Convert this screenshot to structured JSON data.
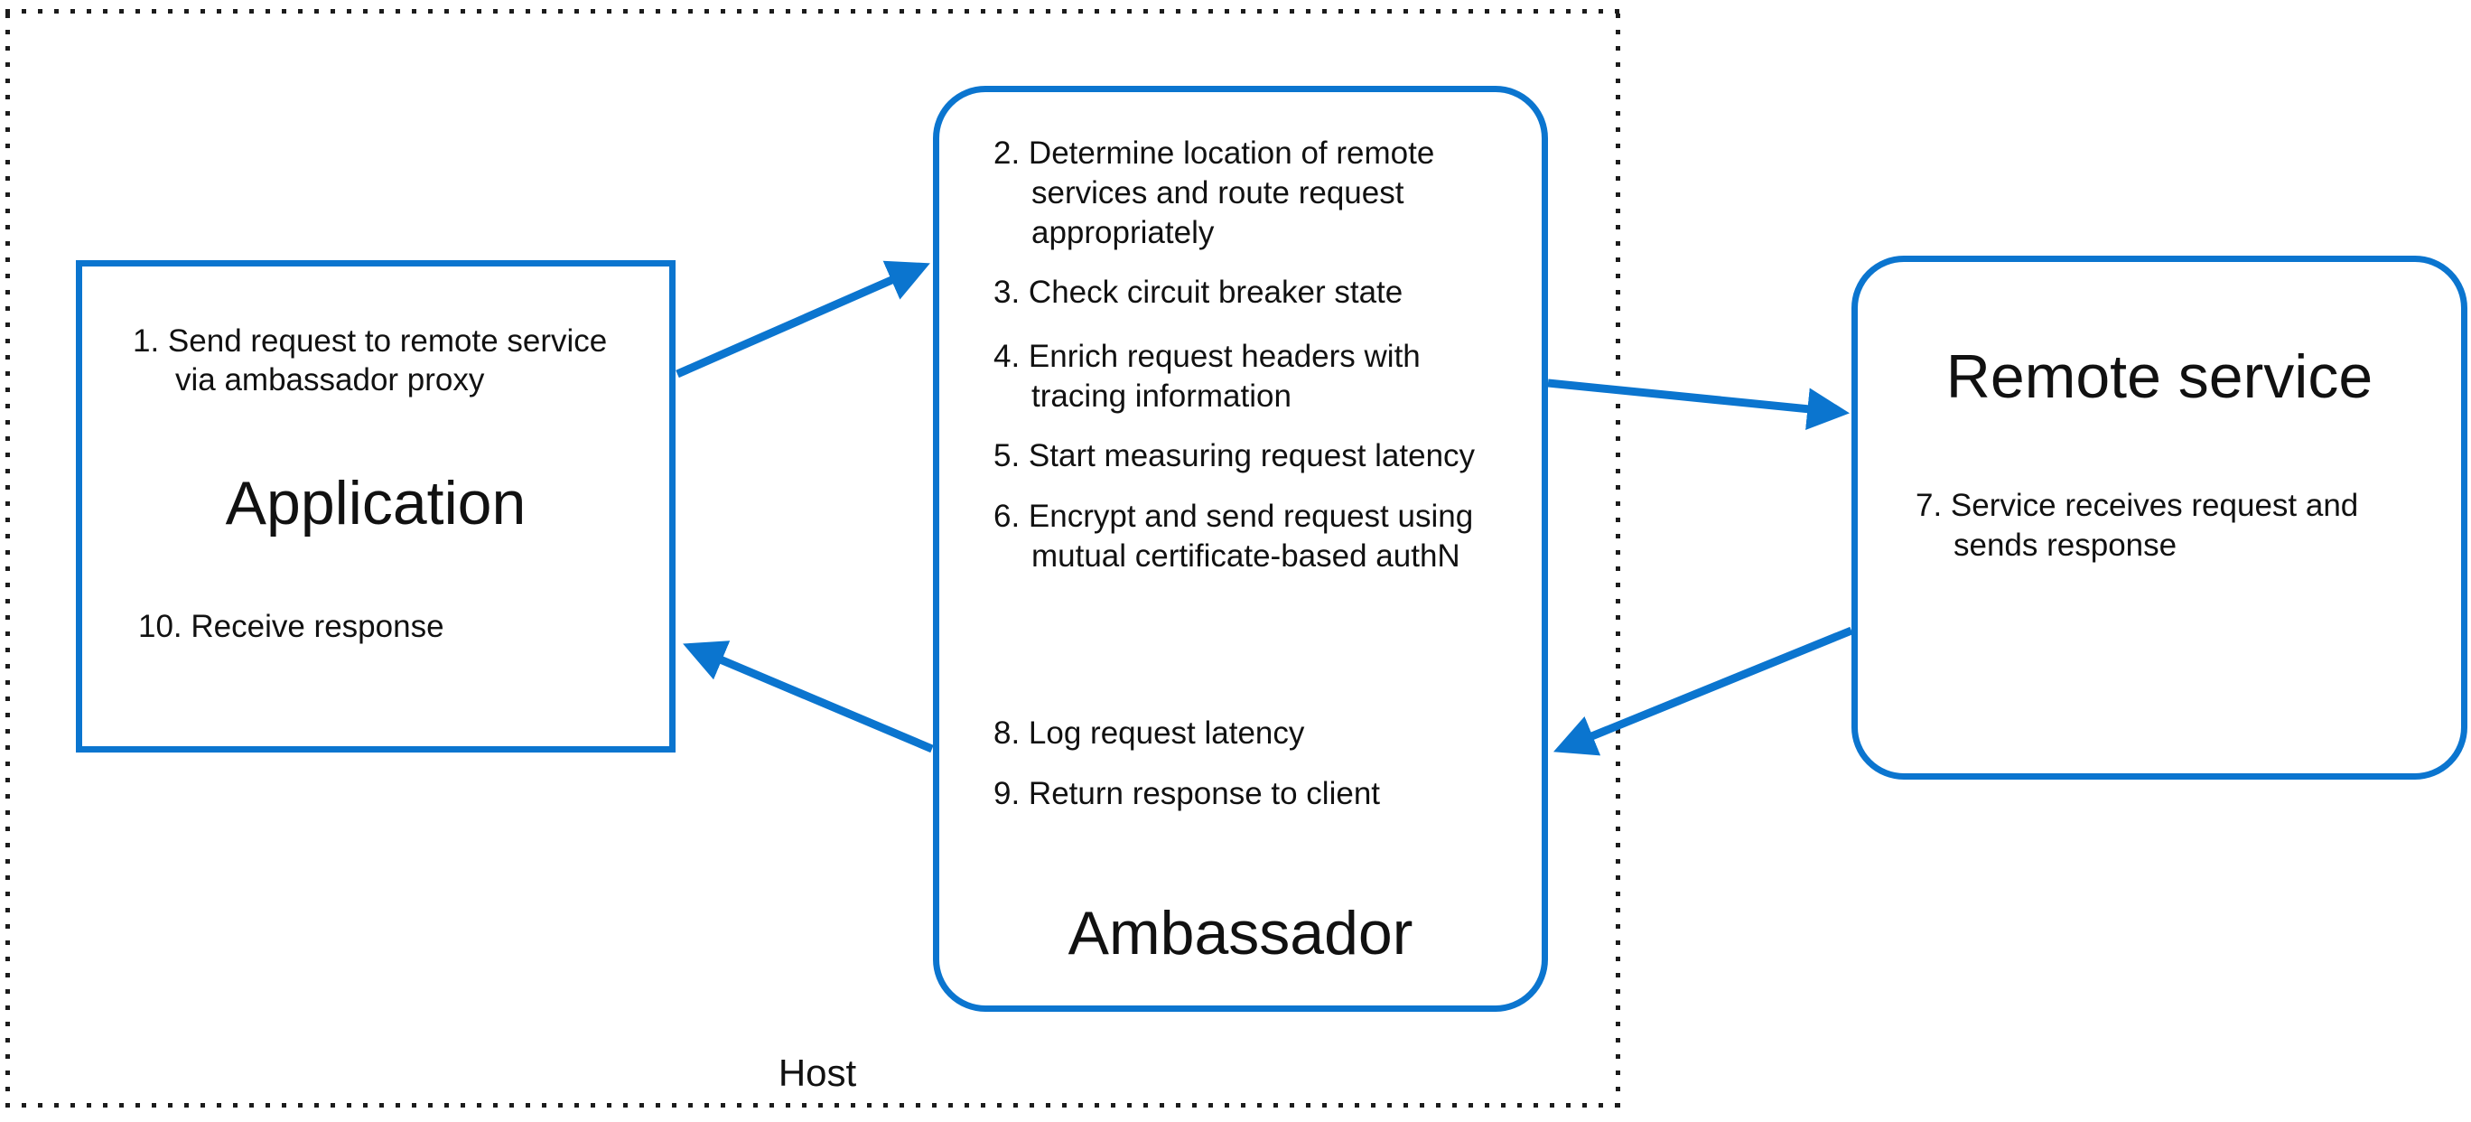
{
  "colors": {
    "accent": "#0b75cf",
    "boundary_dots": "#1c1c1c",
    "text": "#111111"
  },
  "host": {
    "label": "Host"
  },
  "application": {
    "title": "Application",
    "steps": [
      {
        "lines": [
          "1. Send request to remote service",
          "via ambassador proxy"
        ]
      },
      {
        "lines": [
          "10. Receive response"
        ]
      }
    ]
  },
  "ambassador": {
    "title": "Ambassador",
    "steps": [
      {
        "lines": [
          "2. Determine location of remote",
          "services and route request",
          "appropriately"
        ]
      },
      {
        "lines": [
          "3. Check circuit breaker state"
        ]
      },
      {
        "lines": [
          "4. Enrich request headers with",
          "tracing information"
        ]
      },
      {
        "lines": [
          "5. Start measuring request latency"
        ]
      },
      {
        "lines": [
          "6. Encrypt and send request using",
          "mutual certificate-based authN"
        ]
      },
      {
        "lines": [
          "8. Log request latency"
        ]
      },
      {
        "lines": [
          "9. Return response to client"
        ]
      }
    ]
  },
  "remote_service": {
    "title": "Remote service",
    "steps": [
      {
        "lines": [
          "7. Service receives request and",
          "sends response"
        ]
      }
    ]
  },
  "arrows": [
    {
      "name": "app-to-ambassador"
    },
    {
      "name": "ambassador-to-remote"
    },
    {
      "name": "remote-to-ambassador"
    },
    {
      "name": "ambassador-to-app"
    }
  ]
}
